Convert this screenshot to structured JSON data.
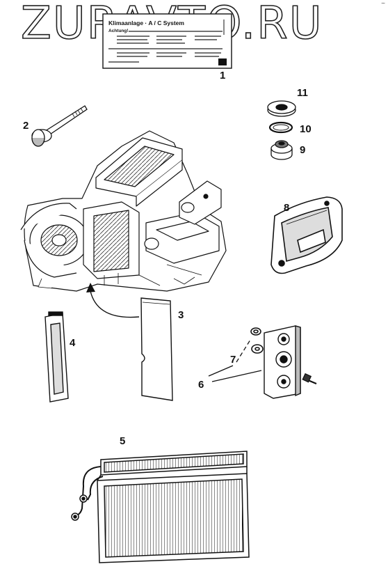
{
  "watermark": "ZURAVTO.RU",
  "corner_mark": "~",
  "label_plate": {
    "header": "Klimaanlage · A / C System",
    "subheader": "Achtung!"
  },
  "callouts": {
    "p1": "1",
    "p2": "2",
    "p3": "3",
    "p4": "4",
    "p5": "5",
    "p6": "6",
    "p7": "7",
    "p8": "8",
    "p9": "9",
    "p10": "10",
    "p11": "11"
  },
  "colors": {
    "ink": "#111111",
    "paper": "#ffffff",
    "shade": "#cfcfcf"
  }
}
